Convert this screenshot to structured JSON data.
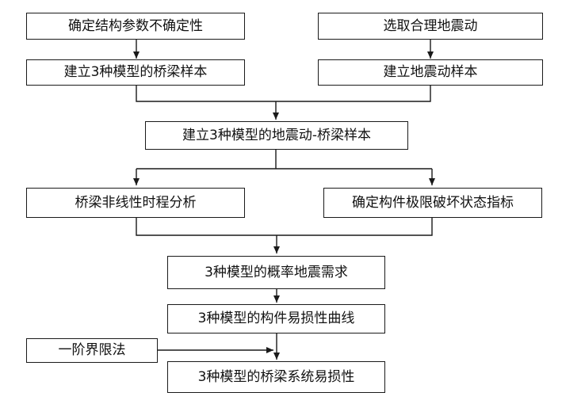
{
  "flowchart": {
    "boxes": {
      "determine_uncertainty": "确定结构参数不确定性",
      "select_ground_motion": "选取合理地震动",
      "build_bridge_samples": "建立3种模型的桥梁样本",
      "build_ground_motion_samples": "建立地震动样本",
      "build_gm_bridge_samples": "建立3种模型的地震动-桥梁样本",
      "nonlinear_time_history": "桥梁非线性时程分析",
      "damage_state_index": "确定构件极限破坏状态指标",
      "probabilistic_demand": "3种模型的概率地震需求",
      "component_fragility": "3种模型的构件易损性曲线",
      "first_order_bounds": "一阶界限法",
      "system_fragility": "3种模型的桥梁系统易损性"
    }
  },
  "colors": {
    "line": "#1a1a1a",
    "box_border": "#1a1a1a",
    "text": "#111111",
    "background": "#ffffff"
  }
}
